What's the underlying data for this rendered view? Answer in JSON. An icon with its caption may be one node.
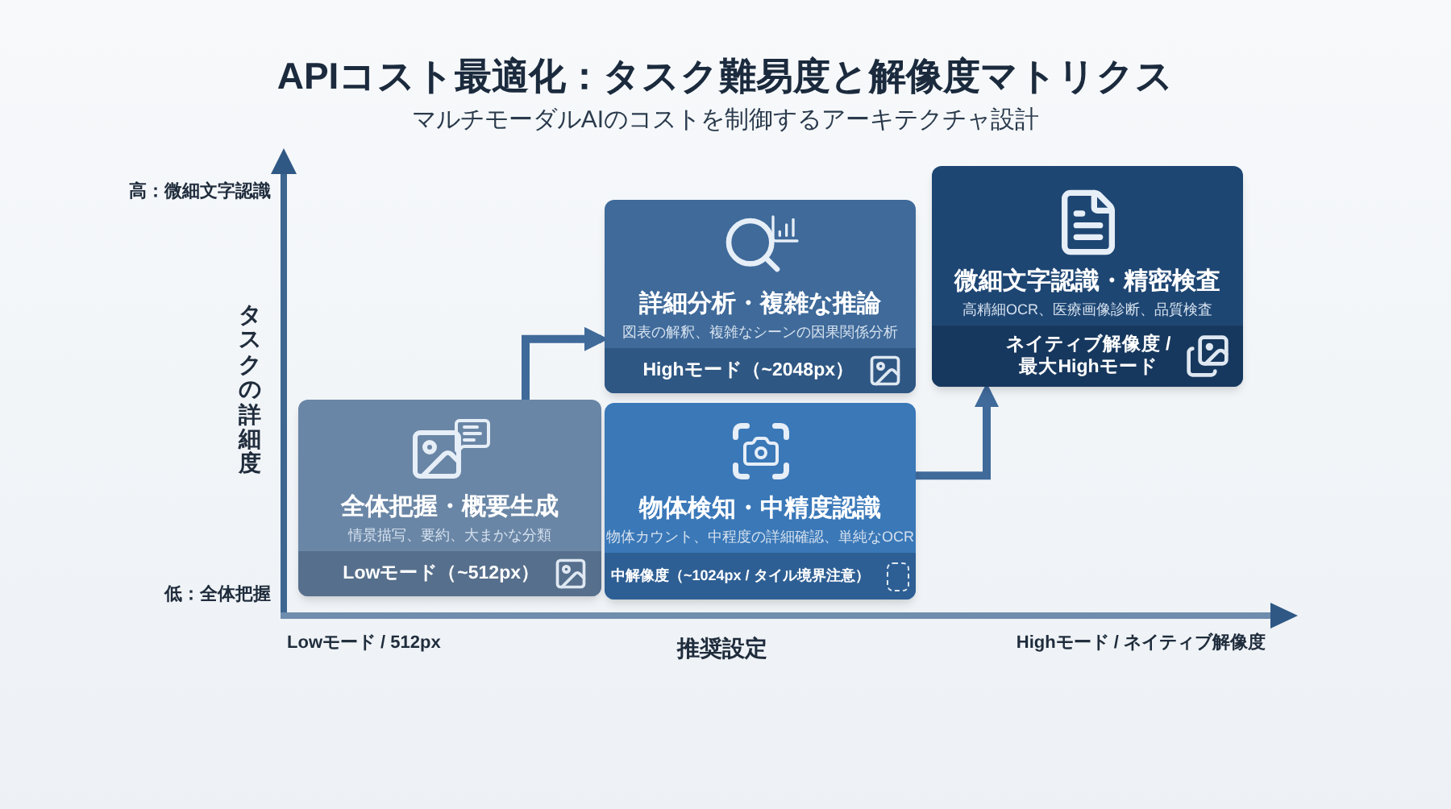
{
  "diagram": {
    "title": "APIコスト最適化：タスク難易度と解像度マトリクス",
    "caption": "マルチモーダルAIのコストを制御するアーキテクチャ設計",
    "nodes": [
      {
        "text": [
          "全体把握・概要生成",
          "情景描写、要約、大まかな分類",
          "Lowモード（~512px）"
        ]
      },
      {
        "text": [
          "詳細分析・複雑な推論",
          "図表の解釈、複雑なシーンの因果関係分析",
          "Highモード（~2048px）"
        ]
      },
      {
        "text": [
          "物体検知・中精度認識",
          "物体カウント、中程度の詳細確認、単純なOCR",
          "中解像度（~1024px / タイル境界注意）"
        ]
      },
      {
        "text": [
          "微細文字認識・精密検査",
          "高精細OCR、医療画像診断、品質検査",
          "ネイティブ解像度 / 最大Highモード"
        ]
      }
    ],
    "edges": [
      {
        "from": 0,
        "to": 1,
        "arrow": "to"
      },
      {
        "from": 2,
        "to": 3,
        "arrow": "to"
      }
    ],
    "labels": [
      "高：微細文字認識",
      "タスクの詳細度",
      "低：全体把握",
      "Lowモード / 512px",
      "推奨設定",
      "Highモード / ネイティブ解像度"
    ]
  }
}
